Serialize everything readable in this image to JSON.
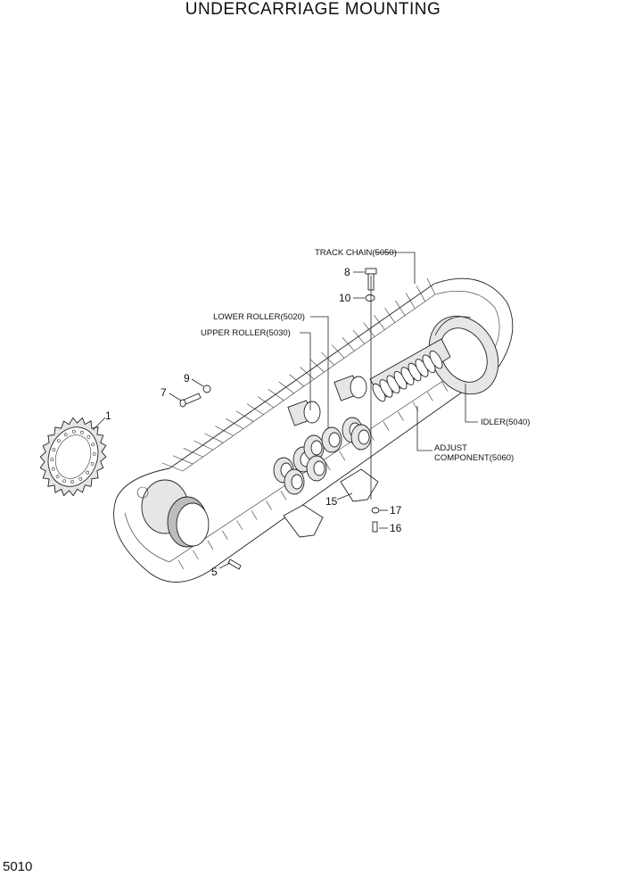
{
  "title": "UNDERCARRIAGE MOUNTING",
  "page_number": "5010",
  "callouts": {
    "track_chain": "TRACK CHAIN(5050)",
    "lower_roller": "LOWER ROLLER(5020)",
    "upper_roller": "UPPER ROLLER(5030)",
    "idler": "IDLER(5040)",
    "adjust_line1": "ADJUST",
    "adjust_line2": "COMPONENT(5060)"
  },
  "part_numbers": {
    "p1": "1",
    "p5": "5",
    "p7": "7",
    "p8": "8",
    "p9": "9",
    "p10": "10",
    "p15": "15",
    "p16": "16",
    "p17": "17"
  }
}
